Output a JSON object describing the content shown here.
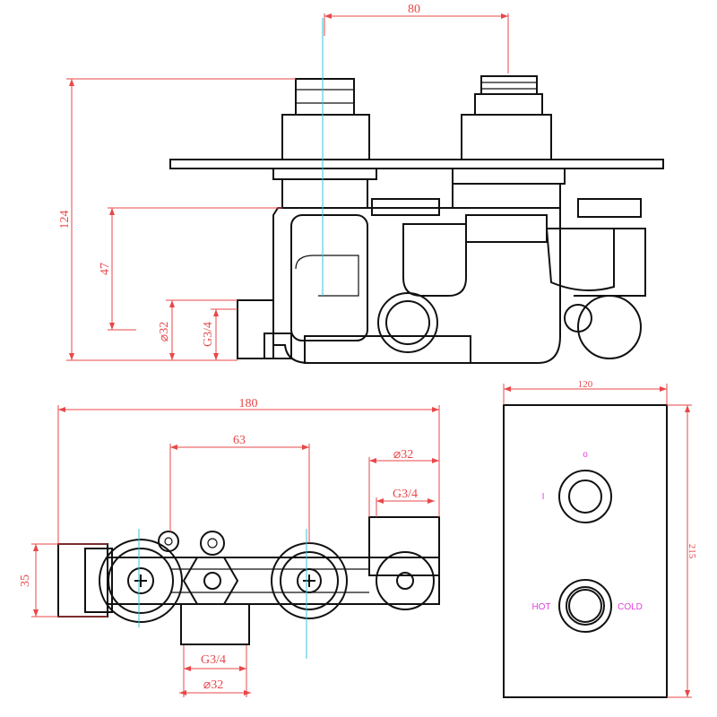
{
  "side_view": {
    "dim_spindle_spacing": "80",
    "dim_total_depth": "124",
    "dim_body_depth": "47",
    "dim_pipe_diameter": "⌀32",
    "dim_thread": "G3/4"
  },
  "plan_view": {
    "dim_total_width": "180",
    "dim_center_spacing": "63",
    "dim_outlet_diameter": "⌀32",
    "dim_outlet_thread": "G3/4",
    "dim_height": "35",
    "dim_bottom_thread": "G3/4",
    "dim_bottom_diameter": "⌀32"
  },
  "faceplate": {
    "dim_width": "120",
    "dim_height": "215",
    "label_off": "o",
    "label_on": "I",
    "label_hot": "HOT",
    "label_cold": "COLD"
  },
  "colors": {
    "dimension": "#e8474a",
    "centerline": "#33c6d6",
    "label": "#e040e0",
    "outline": "#111111"
  }
}
